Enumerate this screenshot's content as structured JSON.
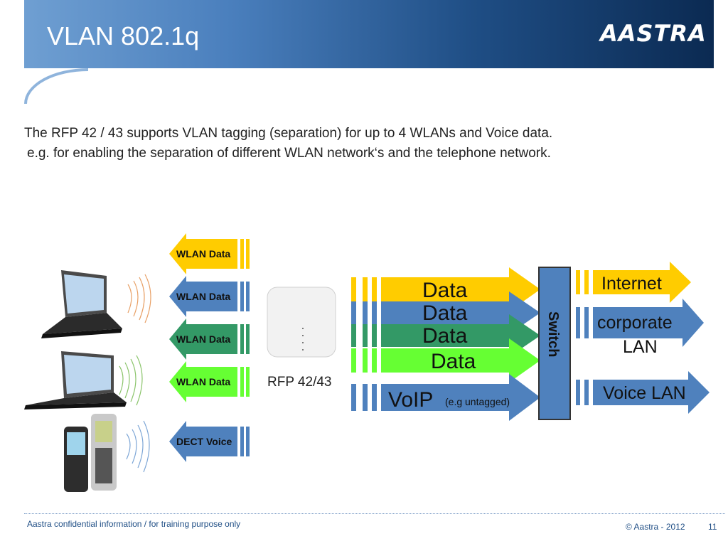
{
  "slide": {
    "title": "VLAN 802.1q",
    "logo_text": "AASTRA",
    "body_line1": "The RFP 42 / 43 supports VLAN tagging (separation) for up to 4 WLANs and Voice data.",
    "body_line2": "e.g. for enabling the separation of different WLAN network‘s and the telephone network."
  },
  "diagram": {
    "left_arrows": [
      {
        "label": "WLAN Data",
        "color": "#ffcc00"
      },
      {
        "label": "WLAN Data",
        "color": "#4f81bd"
      },
      {
        "label": "WLAN Data",
        "color": "#339966"
      },
      {
        "label": "WLAN Data",
        "color": "#66ff33"
      },
      {
        "label": "DECT Voice",
        "color": "#4f81bd"
      }
    ],
    "device_label": "RFP 42/43",
    "trunk_labels": [
      "Data",
      "Data",
      "Data",
      "Data",
      "VoIP"
    ],
    "voip_note": "(e.g untagged)",
    "switch_label": "Switch",
    "outputs": [
      "Internet",
      "corporate",
      "LAN",
      "Voice LAN"
    ]
  },
  "footer": {
    "left": "Aastra confidential information / for training purpose only",
    "right": "© Aastra - 2012",
    "page": "11"
  },
  "colors": {
    "yellow": "#ffcc00",
    "blue": "#4f81bd",
    "green": "#339966",
    "light_green": "#66ff33",
    "switch": "#4f81bd"
  }
}
